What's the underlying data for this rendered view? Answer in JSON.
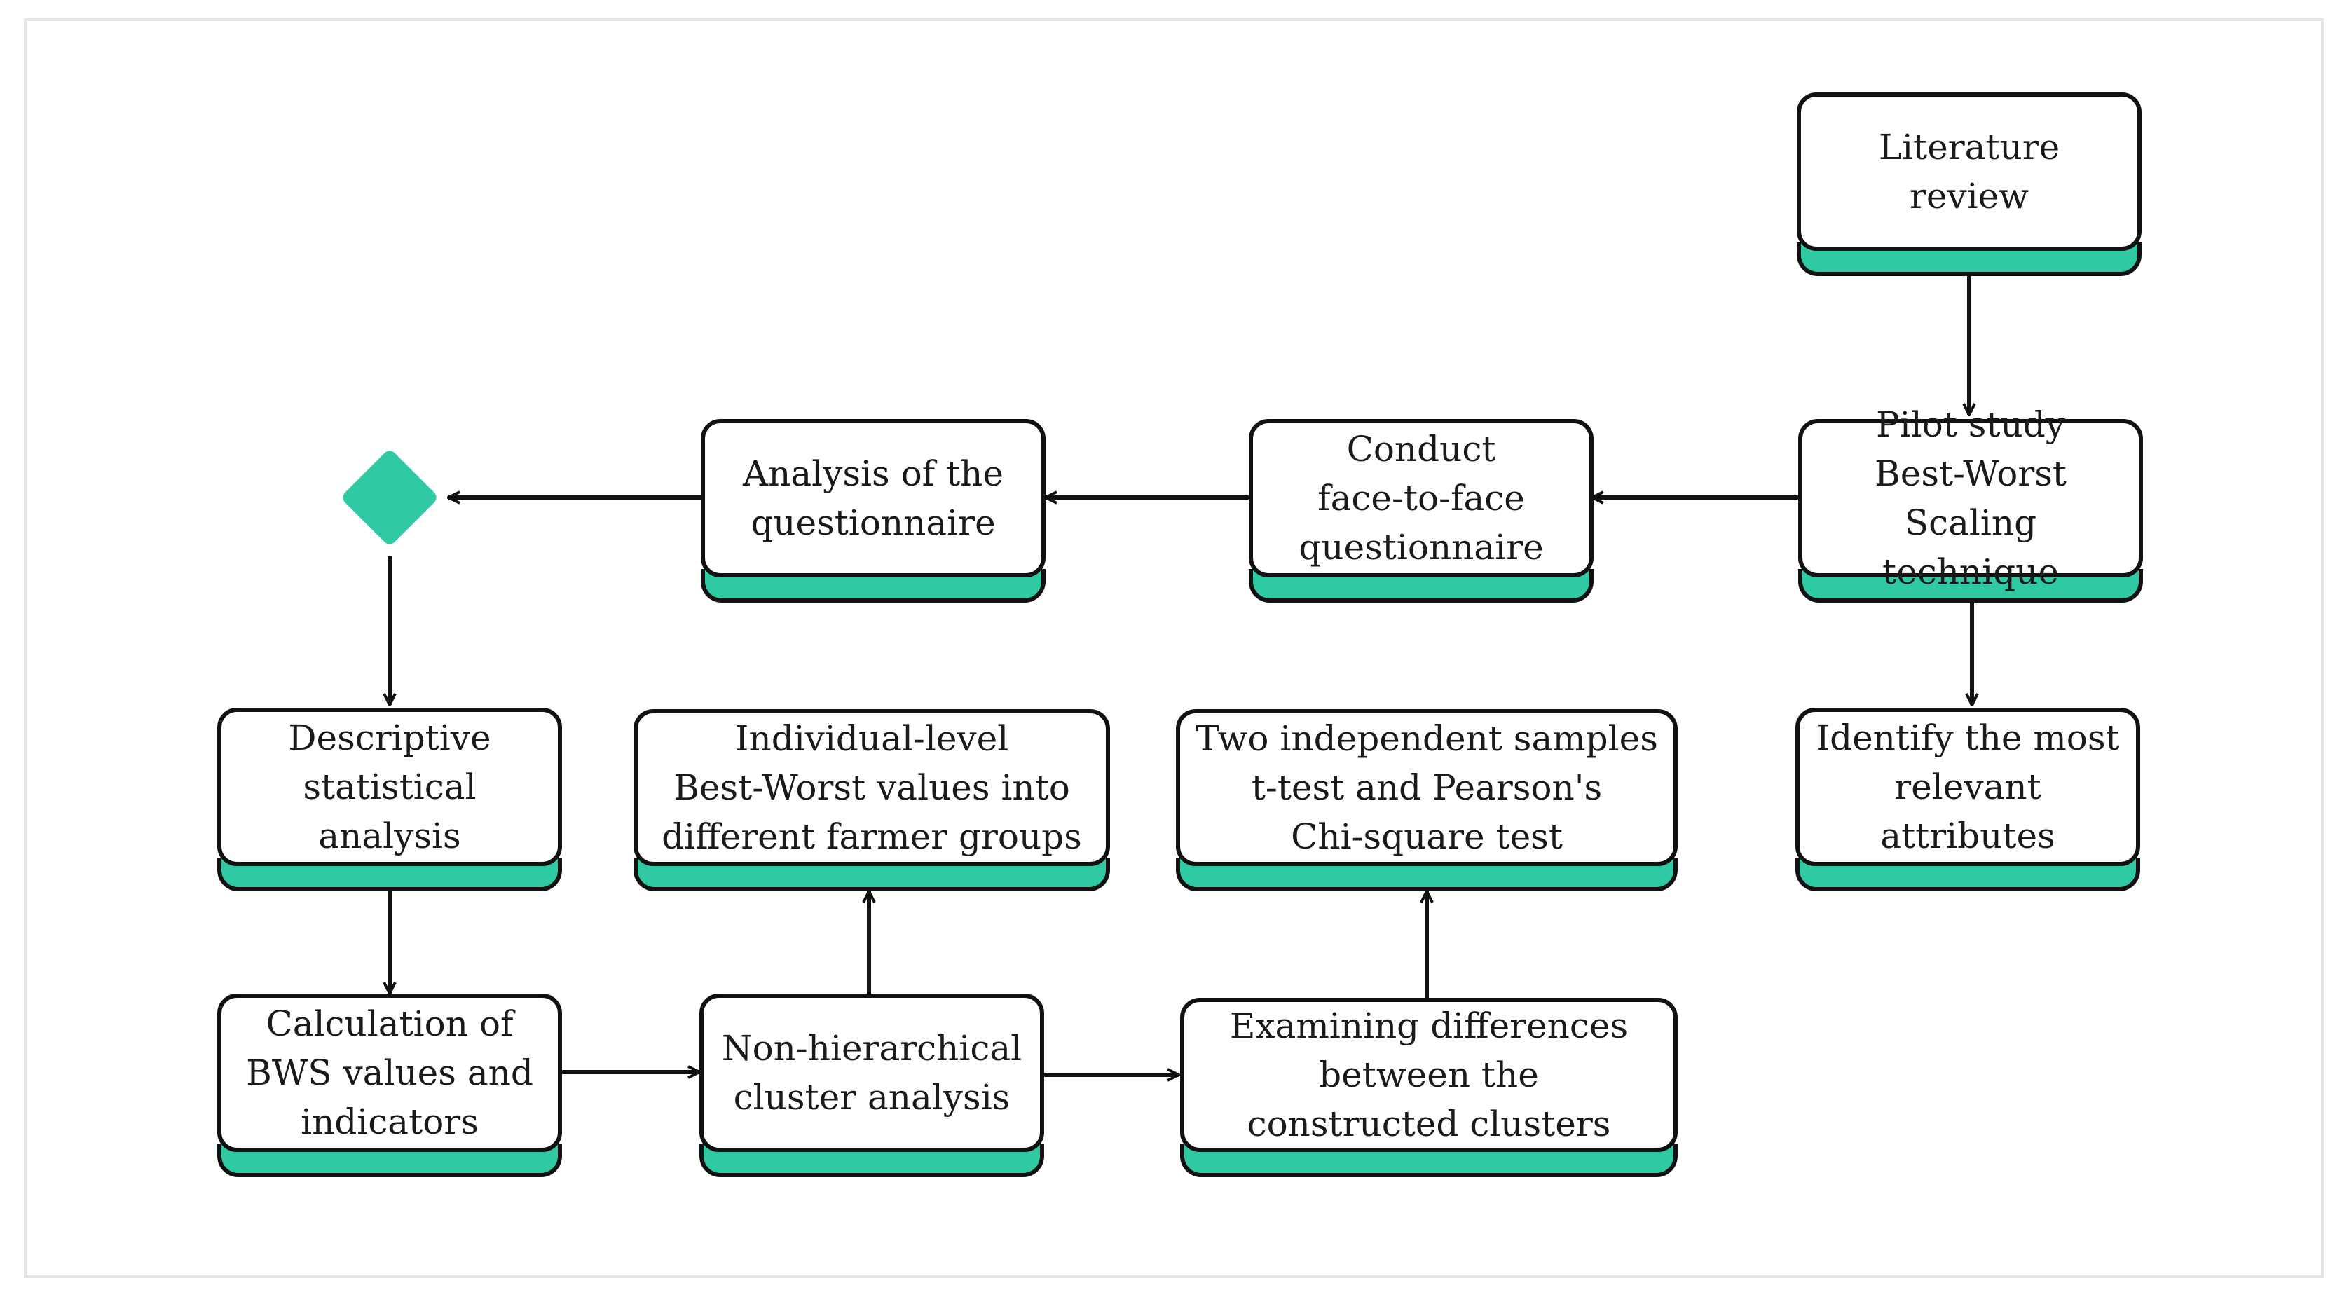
{
  "diagram": {
    "colors": {
      "accent": "#2fcaa4",
      "stroke": "#111111",
      "frame": "#e6e6e6"
    },
    "nodes": {
      "literature_review": "Literature\nreview",
      "pilot_study": "Pilot study\nBest-Worst Scaling\ntechnique",
      "conduct_questionnaire": "Conduct\nface-to-face\nquestionnaire",
      "analysis_questionnaire": "Analysis of the\nquestionnaire",
      "identify_attributes": "Identify the most\nrelevant attributes",
      "descriptive_analysis": "Descriptive\nstatistical analysis",
      "individual_level": "Individual-level\nBest-Worst values into\ndifferent farmer groups",
      "two_samples": "Two independent samples\nt-test and Pearson's\nChi-square test",
      "calculation_bws": "Calculation of\nBWS values and\nindicators",
      "cluster_analysis": "Non-hierarchical\ncluster analysis",
      "examining_differences": "Examining differences\nbetween the\nconstructed clusters"
    },
    "decision_node": "diamond"
  }
}
